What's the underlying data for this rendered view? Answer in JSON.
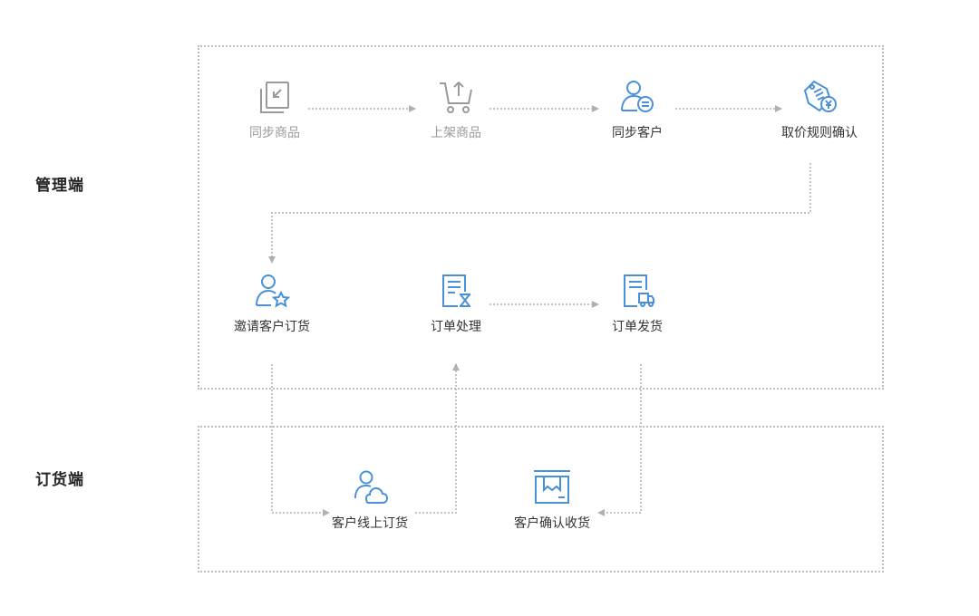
{
  "sections": {
    "admin": "管理端",
    "order": "订货端"
  },
  "nodes": {
    "sync_products": "同步商品",
    "list_products": "上架商品",
    "sync_customers": "同步客户",
    "pricing_confirm": "取价规则确认",
    "invite_customers": "邀请客户订货",
    "order_processing": "订单处理",
    "order_shipping": "订单发货",
    "customer_online_order": "客户线上订货",
    "customer_confirm_receipt": "客户确认收货"
  },
  "colors": {
    "accent": "#4a90d9",
    "muted": "#9a9a9a",
    "connector": "#c4c4c4",
    "arrow": "#b0b0b0"
  }
}
